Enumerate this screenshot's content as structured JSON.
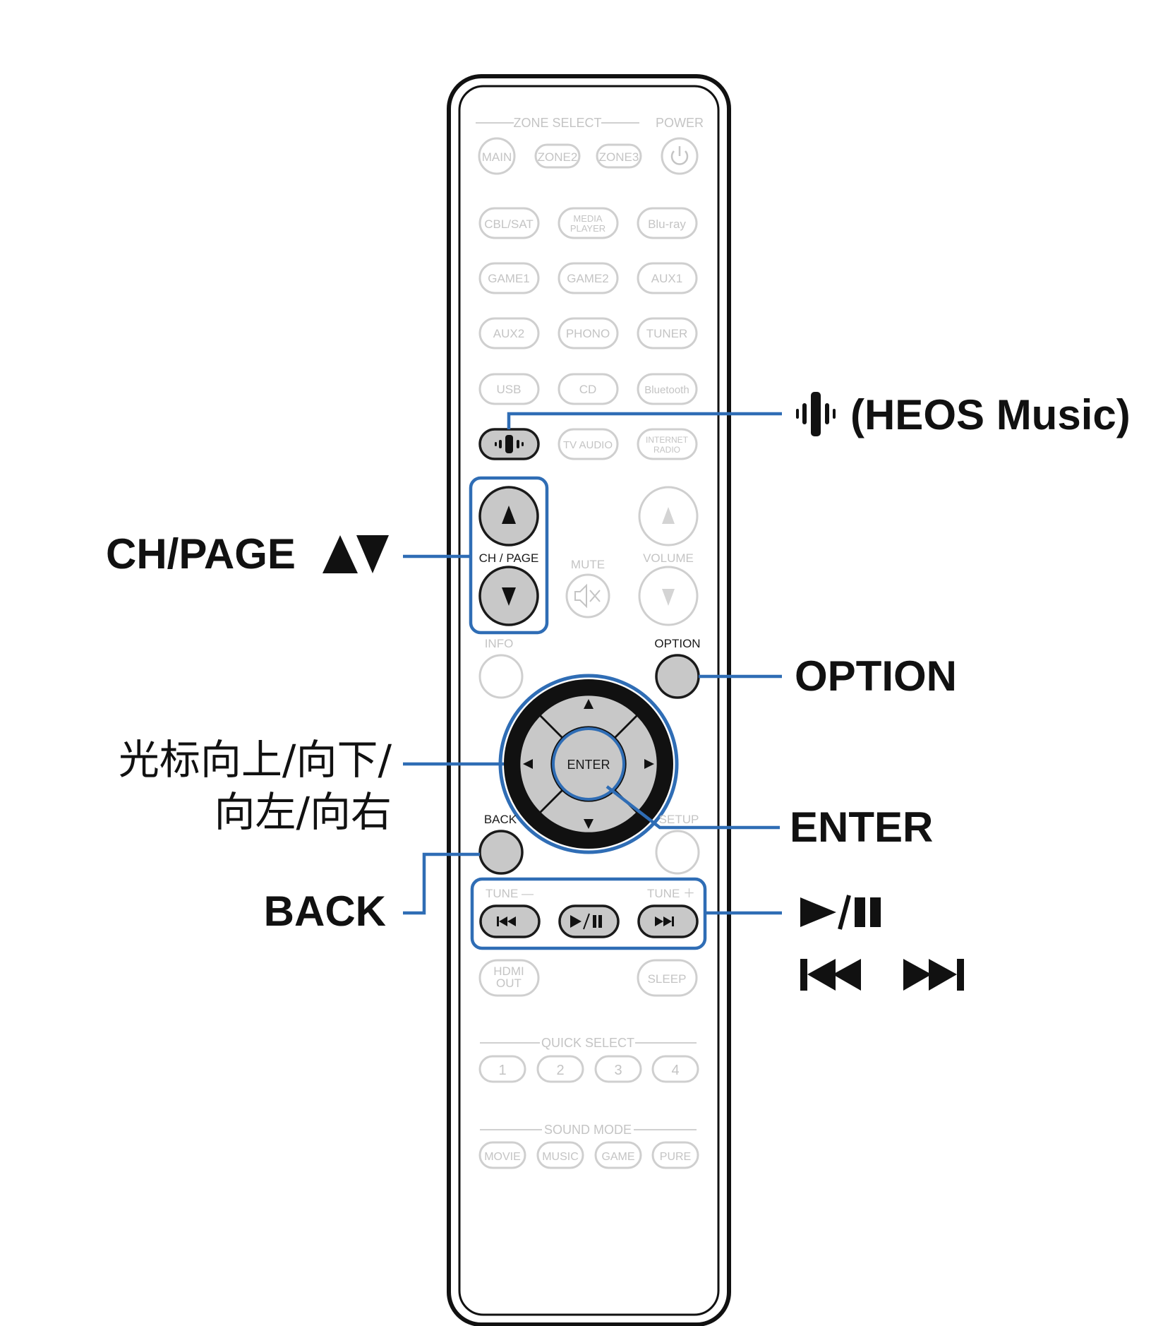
{
  "callouts": {
    "heos": "(HEOS Music)",
    "ch_page": "CH/PAGE",
    "option": "OPTION",
    "cursor_line1": "光标向上/向下/",
    "cursor_line2": "向左/向右",
    "enter": "ENTER",
    "back": "BACK"
  },
  "icons": {
    "heos": "heos-icon",
    "ch_page": "up-down-triangles-icon",
    "play_pause": "play-pause-icon",
    "skip": "skip-back-skip-forward-icon"
  },
  "remote": {
    "zone_select": "ZONE SELECT",
    "power": "POWER",
    "zone_buttons": [
      "MAIN",
      "ZONE2",
      "ZONE3"
    ],
    "row1": [
      "CBL/SAT",
      "MEDIA\nPLAYER",
      "Blu-ray"
    ],
    "media_player_l1": "MEDIA",
    "media_player_l2": "PLAYER",
    "row2": [
      "GAME1",
      "GAME2",
      "AUX1"
    ],
    "row3": [
      "AUX2",
      "PHONO",
      "TUNER"
    ],
    "row4": [
      "USB",
      "CD",
      "Bluetooth"
    ],
    "tv_audio": "TV AUDIO",
    "internet_l1": "INTERNET",
    "internet_l2": "RADIO",
    "ch_page": "CH / PAGE",
    "mute": "MUTE",
    "volume": "VOLUME",
    "info": "INFO",
    "option": "OPTION",
    "enter": "ENTER",
    "back": "BACK",
    "setup": "SETUP",
    "tune_minus": "TUNE —",
    "tune_plus": "TUNE ＋",
    "hdmi_l1": "HDMI",
    "hdmi_l2": "OUT",
    "sleep": "SLEEP",
    "quick_select": "QUICK SELECT",
    "quick_buttons": [
      "1",
      "2",
      "3",
      "4"
    ],
    "sound_mode": "SOUND MODE",
    "sound_buttons": [
      "MOVIE",
      "MUSIC",
      "GAME",
      "PURE"
    ]
  },
  "colors": {
    "callout_line": "#2f6db5",
    "highlight_fill": "#c8c8c8",
    "faint_outline": "#cfcfcf"
  }
}
